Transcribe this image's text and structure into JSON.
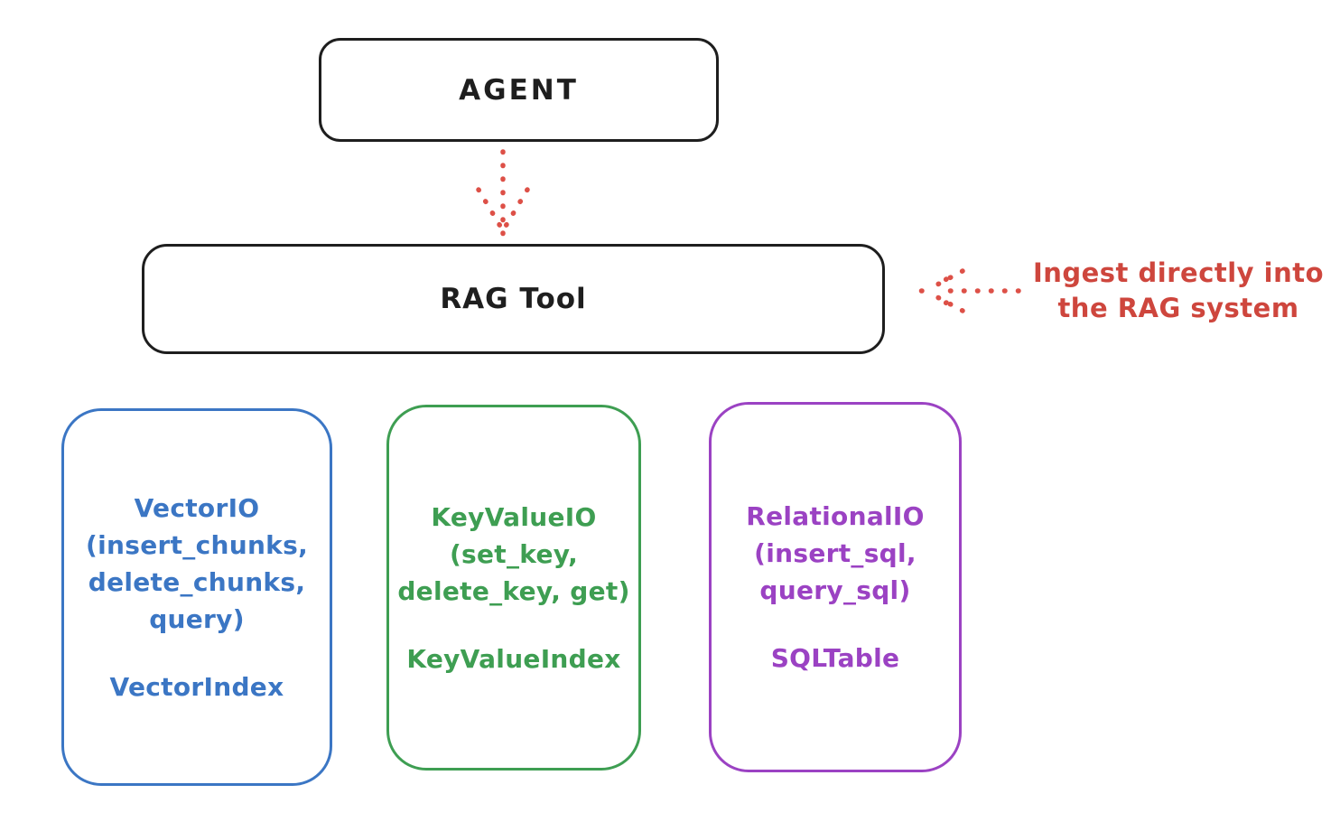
{
  "diagram": {
    "agent": {
      "label": "AGENT"
    },
    "rag_tool": {
      "label": "RAG Tool"
    },
    "annotation": {
      "line1": "Ingest directly into",
      "line2": "the RAG system",
      "color": "#ce463d"
    },
    "arrow_color": "#dd5047",
    "stroke_color": "#1e1e1e",
    "stores": [
      {
        "id": "vector-io",
        "color": "#3b76c4",
        "line1": "VectorIO",
        "line2": "(insert_chunks,",
        "line3": "delete_chunks,",
        "line4": "query)",
        "index_label": "VectorIndex"
      },
      {
        "id": "keyvalue-io",
        "color": "#3e9e52",
        "line1": "KeyValueIO",
        "line2": "(set_key,",
        "line3": "delete_key, get)",
        "index_label": "KeyValueIndex"
      },
      {
        "id": "relational-io",
        "color": "#9b42c3",
        "line1": "RelationalIO",
        "line2": "(insert_sql,",
        "line3": "query_sql)",
        "index_label": "SQLTable"
      }
    ]
  }
}
